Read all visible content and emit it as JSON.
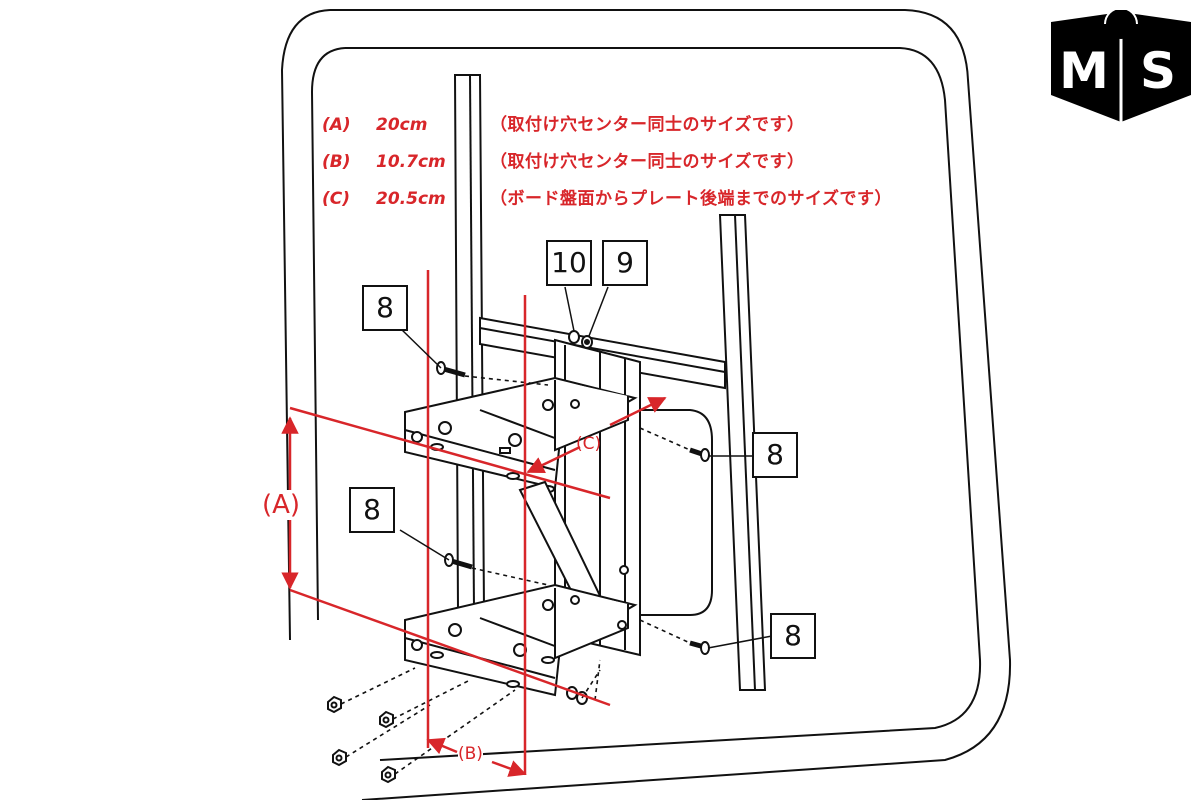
{
  "specs": [
    {
      "letter": "(A)",
      "value": "20cm",
      "note": "（取付け穴センター同士のサイズです）"
    },
    {
      "letter": "(B)",
      "value": "10.7cm",
      "note": "（取付け穴センター同士のサイズです）"
    },
    {
      "letter": "(C)",
      "value": "20.5cm",
      "note": "（ボード盤面からプレート後端までのサイズです）"
    }
  ],
  "parts": {
    "p10": "10",
    "p9": "9",
    "p8_top_left": "8",
    "p8_mid_left": "8",
    "p8_right_upper": "8",
    "p8_right_lower": "8"
  },
  "dimensions": {
    "a": "(A)",
    "b": "(B)",
    "c": "(C)"
  },
  "logo": {
    "left": "M",
    "right": "S"
  },
  "colors": {
    "accent": "#d8262a",
    "line": "#111111"
  }
}
